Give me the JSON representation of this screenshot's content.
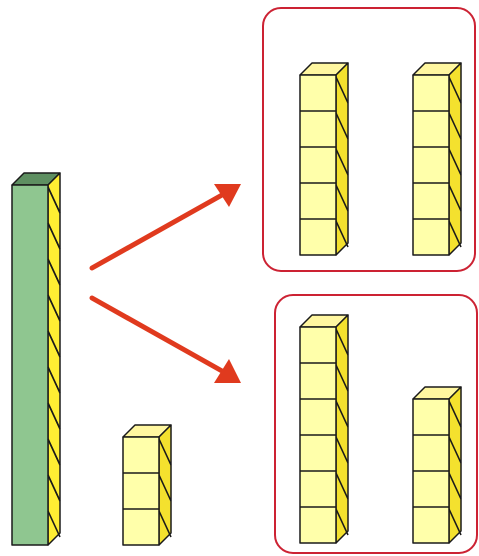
{
  "colors": {
    "rod_face": "#8fc690",
    "rod_side": "#ffee33",
    "rod_top": "#5e8f61",
    "cube_face": "#ffffaa",
    "cube_side": "#f4e12e",
    "cube_top": "#fff7a0",
    "outline": "#1a1a1a",
    "group_border": "#cc2233",
    "arrow": "#e03a1e"
  },
  "diagram": {
    "source": {
      "ten_rod": {
        "units": 10
      },
      "loose_cubes": {
        "units": 3
      }
    },
    "groups": [
      {
        "stacks": [
          5,
          5
        ]
      },
      {
        "stacks": [
          6,
          4
        ]
      }
    ]
  }
}
